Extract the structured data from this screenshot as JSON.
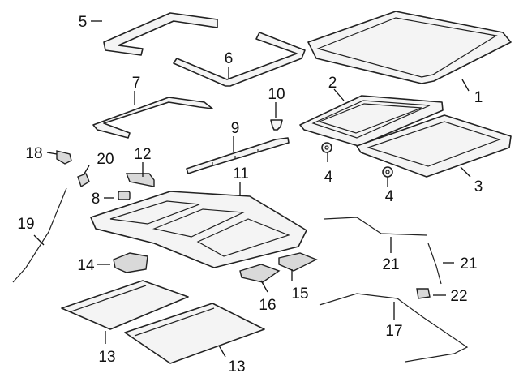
{
  "callouts": {
    "c1": "1",
    "c2": "2",
    "c3": "3",
    "c4a": "4",
    "c4b": "4",
    "c5": "5",
    "c6": "6",
    "c7": "7",
    "c8": "8",
    "c9": "9",
    "c10": "10",
    "c11": "11",
    "c12": "12",
    "c13a": "13",
    "c13b": "13",
    "c14": "14",
    "c15": "15",
    "c16": "16",
    "c17": "17",
    "c18": "18",
    "c19": "19",
    "c20": "20",
    "c21a": "21",
    "c21b": "21",
    "c22": "22"
  },
  "colors": {
    "ink": "#111111",
    "part_fill": "#f4f4f4",
    "background": "#ffffff"
  }
}
